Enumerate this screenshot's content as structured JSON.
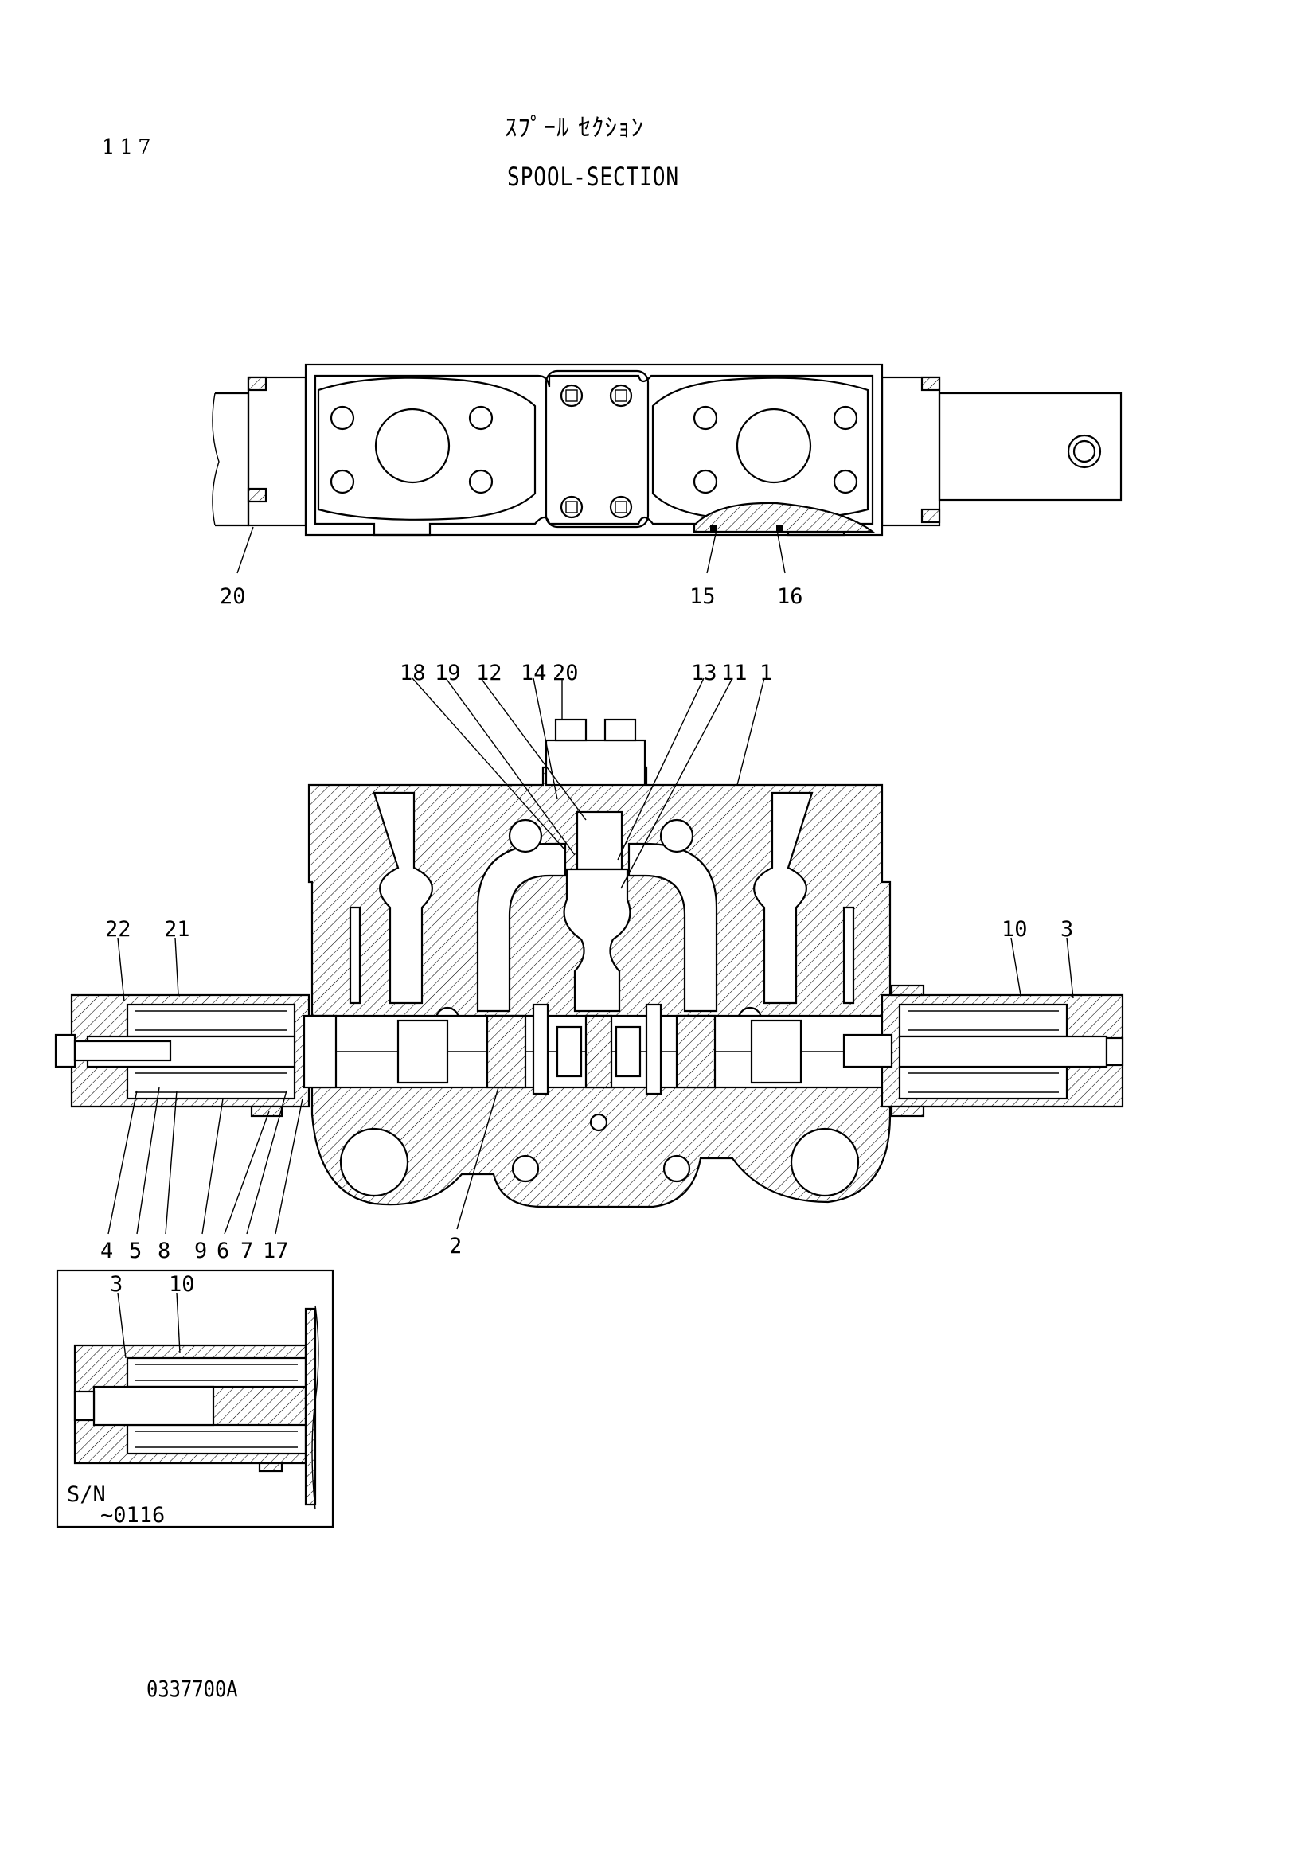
{
  "page_number": "117",
  "title_japanese": "ｽﾌﾟｰﾙ ｾｸｼｮﾝ",
  "title_english": "SPOOL-SECTION",
  "drawing_number": "0337700A",
  "top_view_callouts": [
    "20",
    "15",
    "16"
  ],
  "section_callouts_top": [
    "18",
    "19",
    "12",
    "14",
    "20",
    "13",
    "11",
    "1"
  ],
  "section_callouts_left": [
    "22",
    "21"
  ],
  "section_callouts_right": [
    "10",
    "3"
  ],
  "section_callouts_bottom": [
    "4",
    "5",
    "8",
    "9",
    "6",
    "7",
    "17",
    "2"
  ],
  "inset": {
    "callouts": [
      "3",
      "10"
    ],
    "serial_label": "S/N",
    "serial_range": "~0116"
  }
}
